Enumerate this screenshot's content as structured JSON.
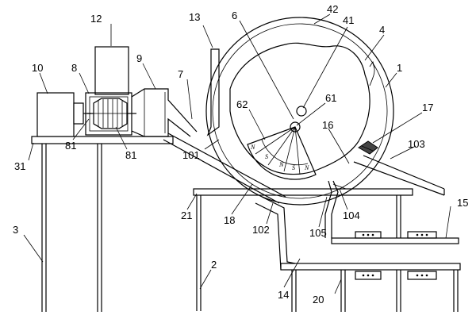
{
  "labels": {
    "l1": "1",
    "l2": "2",
    "l3": "3",
    "l4": "4",
    "l6": "6",
    "l7": "7",
    "l8": "8",
    "l9": "9",
    "l10": "10",
    "l12": "12",
    "l13": "13",
    "l14": "14",
    "l15": "15",
    "l16": "16",
    "l17": "17",
    "l18": "18",
    "l20": "20",
    "l21": "21",
    "l31": "31",
    "l41": "41",
    "l42": "42",
    "l61": "61",
    "l62": "62",
    "l81a": "81",
    "l81b": "81",
    "l101": "101",
    "l102": "102",
    "l103": "103",
    "l104": "104",
    "l105": "105"
  },
  "magnets": [
    "N",
    "S",
    "N",
    "S",
    "N"
  ]
}
